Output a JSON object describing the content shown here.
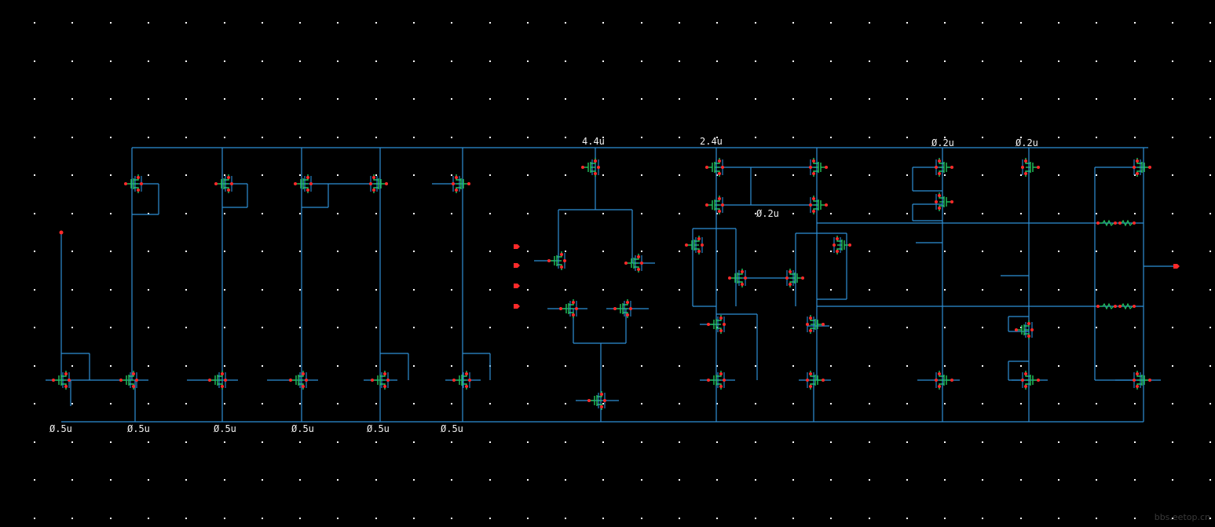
{
  "schematic": {
    "background": "#000000",
    "grid_color": "#ffffff",
    "wire_color": "#2e8fd6",
    "device_color": "#23c55e",
    "pin_color": "#ff2a2a",
    "resistor_color": "#23c55e",
    "labels": {
      "l1": "Ø.5u",
      "l2": "Ø.5u",
      "l3": "Ø.5u",
      "l4": "Ø.5u",
      "l5": "Ø.5u",
      "l6": "Ø.5u",
      "diff_pair_tail": "4.4u",
      "mirror_top": "2.4u",
      "mirror_mid": "Ø.2u",
      "right_a": "Ø.2u",
      "right_b": "Ø.2u"
    },
    "watermark": "bbs.eetop.cn"
  }
}
